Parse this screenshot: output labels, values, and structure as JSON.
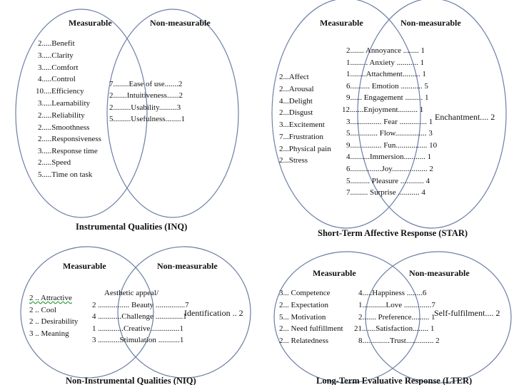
{
  "diagrams": [
    {
      "headers": [
        "Measurable",
        "Non-measurable"
      ],
      "caption": "Instrumental Qualities (INQ)",
      "measurable": [
        "2.....Benefit",
        "3.....Clarity",
        "3.....Comfort",
        "4.....Control",
        "10....Efficiency",
        "3.....Learnability",
        "2.....Reliability",
        "2.....Smoothness",
        "2.....Responsiveness",
        "3.....Response time",
        "2.....Speed",
        "5.....Time on task"
      ],
      "overlap": [
        "7........Ease of use.......2",
        "2.......Intuitiveness......2",
        "2.........Usability.........3",
        "5.........Usefulness........1"
      ]
    },
    {
      "headers": [
        "Measurable",
        "Non-measurable"
      ],
      "caption": "Short-Term Affective Response (STAR)",
      "measurable": [
        "2...Affect",
        "2...Arousal",
        "4...Delight",
        "2...Disgust",
        "3...Excitement",
        "7...Frustration",
        "2...Physical pain",
        "2...Stress"
      ],
      "overlap": [
        "2....... Annoyance ........ 1",
        "1......... Anxiety ........... 1",
        "1........Attachment......... 1",
        "6.......... Emotion ........... 5",
        "9...... Engagement ......... 1",
        "12.......Enjoyment.......... 1",
        "3................ Fear .............. 1",
        "5.............. Flow................ 3",
        "9................ Fun................ 10",
        "4..........Immersion........... 1",
        "6................Joy.................. 2",
        "5.......... Pleasure ............ 4",
        "7......... Surprise ........... 4"
      ],
      "non_measurable": [
        "Enchantment.... 2"
      ]
    },
    {
      "headers": [
        "Measurable",
        "Non-measurable"
      ],
      "caption": "Non-Instrumental Qualities (NIQ)",
      "measurable": [
        "2 .. Attractive",
        "2 .. Cool",
        "2 .. Desirability",
        "3 .. Meaning"
      ],
      "overlap": [
        "Aesthetic appeal/",
        "2 ................ Beauty ...............7",
        "4 ............Challenge ..............1",
        "1 .............Creative...............1",
        "3 ...........Stimulation ...........1"
      ],
      "non_measurable": [
        "Identification .. 2"
      ]
    },
    {
      "headers": [
        "Measurable",
        "Non-measurable"
      ],
      "caption": "Long-Term Evaluative Response (LTER)",
      "measurable": [
        "3... Competence",
        "2... Expectation",
        "5... Motivation",
        "2... Need fulfillment",
        "2... Relatedness"
      ],
      "overlap": [
        "4.....Happiness ........6",
        "1............Love ..............7",
        "2....... Preference......... 1",
        "21.......Satisfaction........ 1",
        "8..............Trust.............. 2"
      ],
      "non_measurable": [
        "Self-fulfilment.... 2"
      ]
    }
  ]
}
